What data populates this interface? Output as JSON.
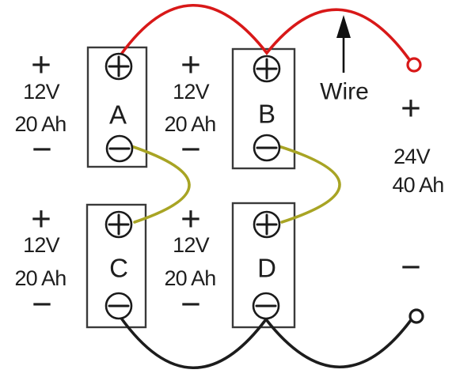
{
  "diagram": {
    "wire_callout": "Wire",
    "symbols": {
      "plus": "+",
      "minus": "−"
    },
    "batteries": [
      {
        "name": "A",
        "voltage": "12V",
        "capacity": "20 Ah"
      },
      {
        "name": "B",
        "voltage": "12V",
        "capacity": "20 Ah"
      },
      {
        "name": "C",
        "voltage": "12V",
        "capacity": "20 Ah"
      },
      {
        "name": "D",
        "voltage": "12V",
        "capacity": "20 Ah"
      }
    ],
    "output": {
      "voltage": "24V",
      "capacity": "40 Ah"
    },
    "colors": {
      "positive_wire": "#d81818",
      "series_wire": "#a8a424",
      "negative_wire": "#1c1c1c"
    }
  }
}
